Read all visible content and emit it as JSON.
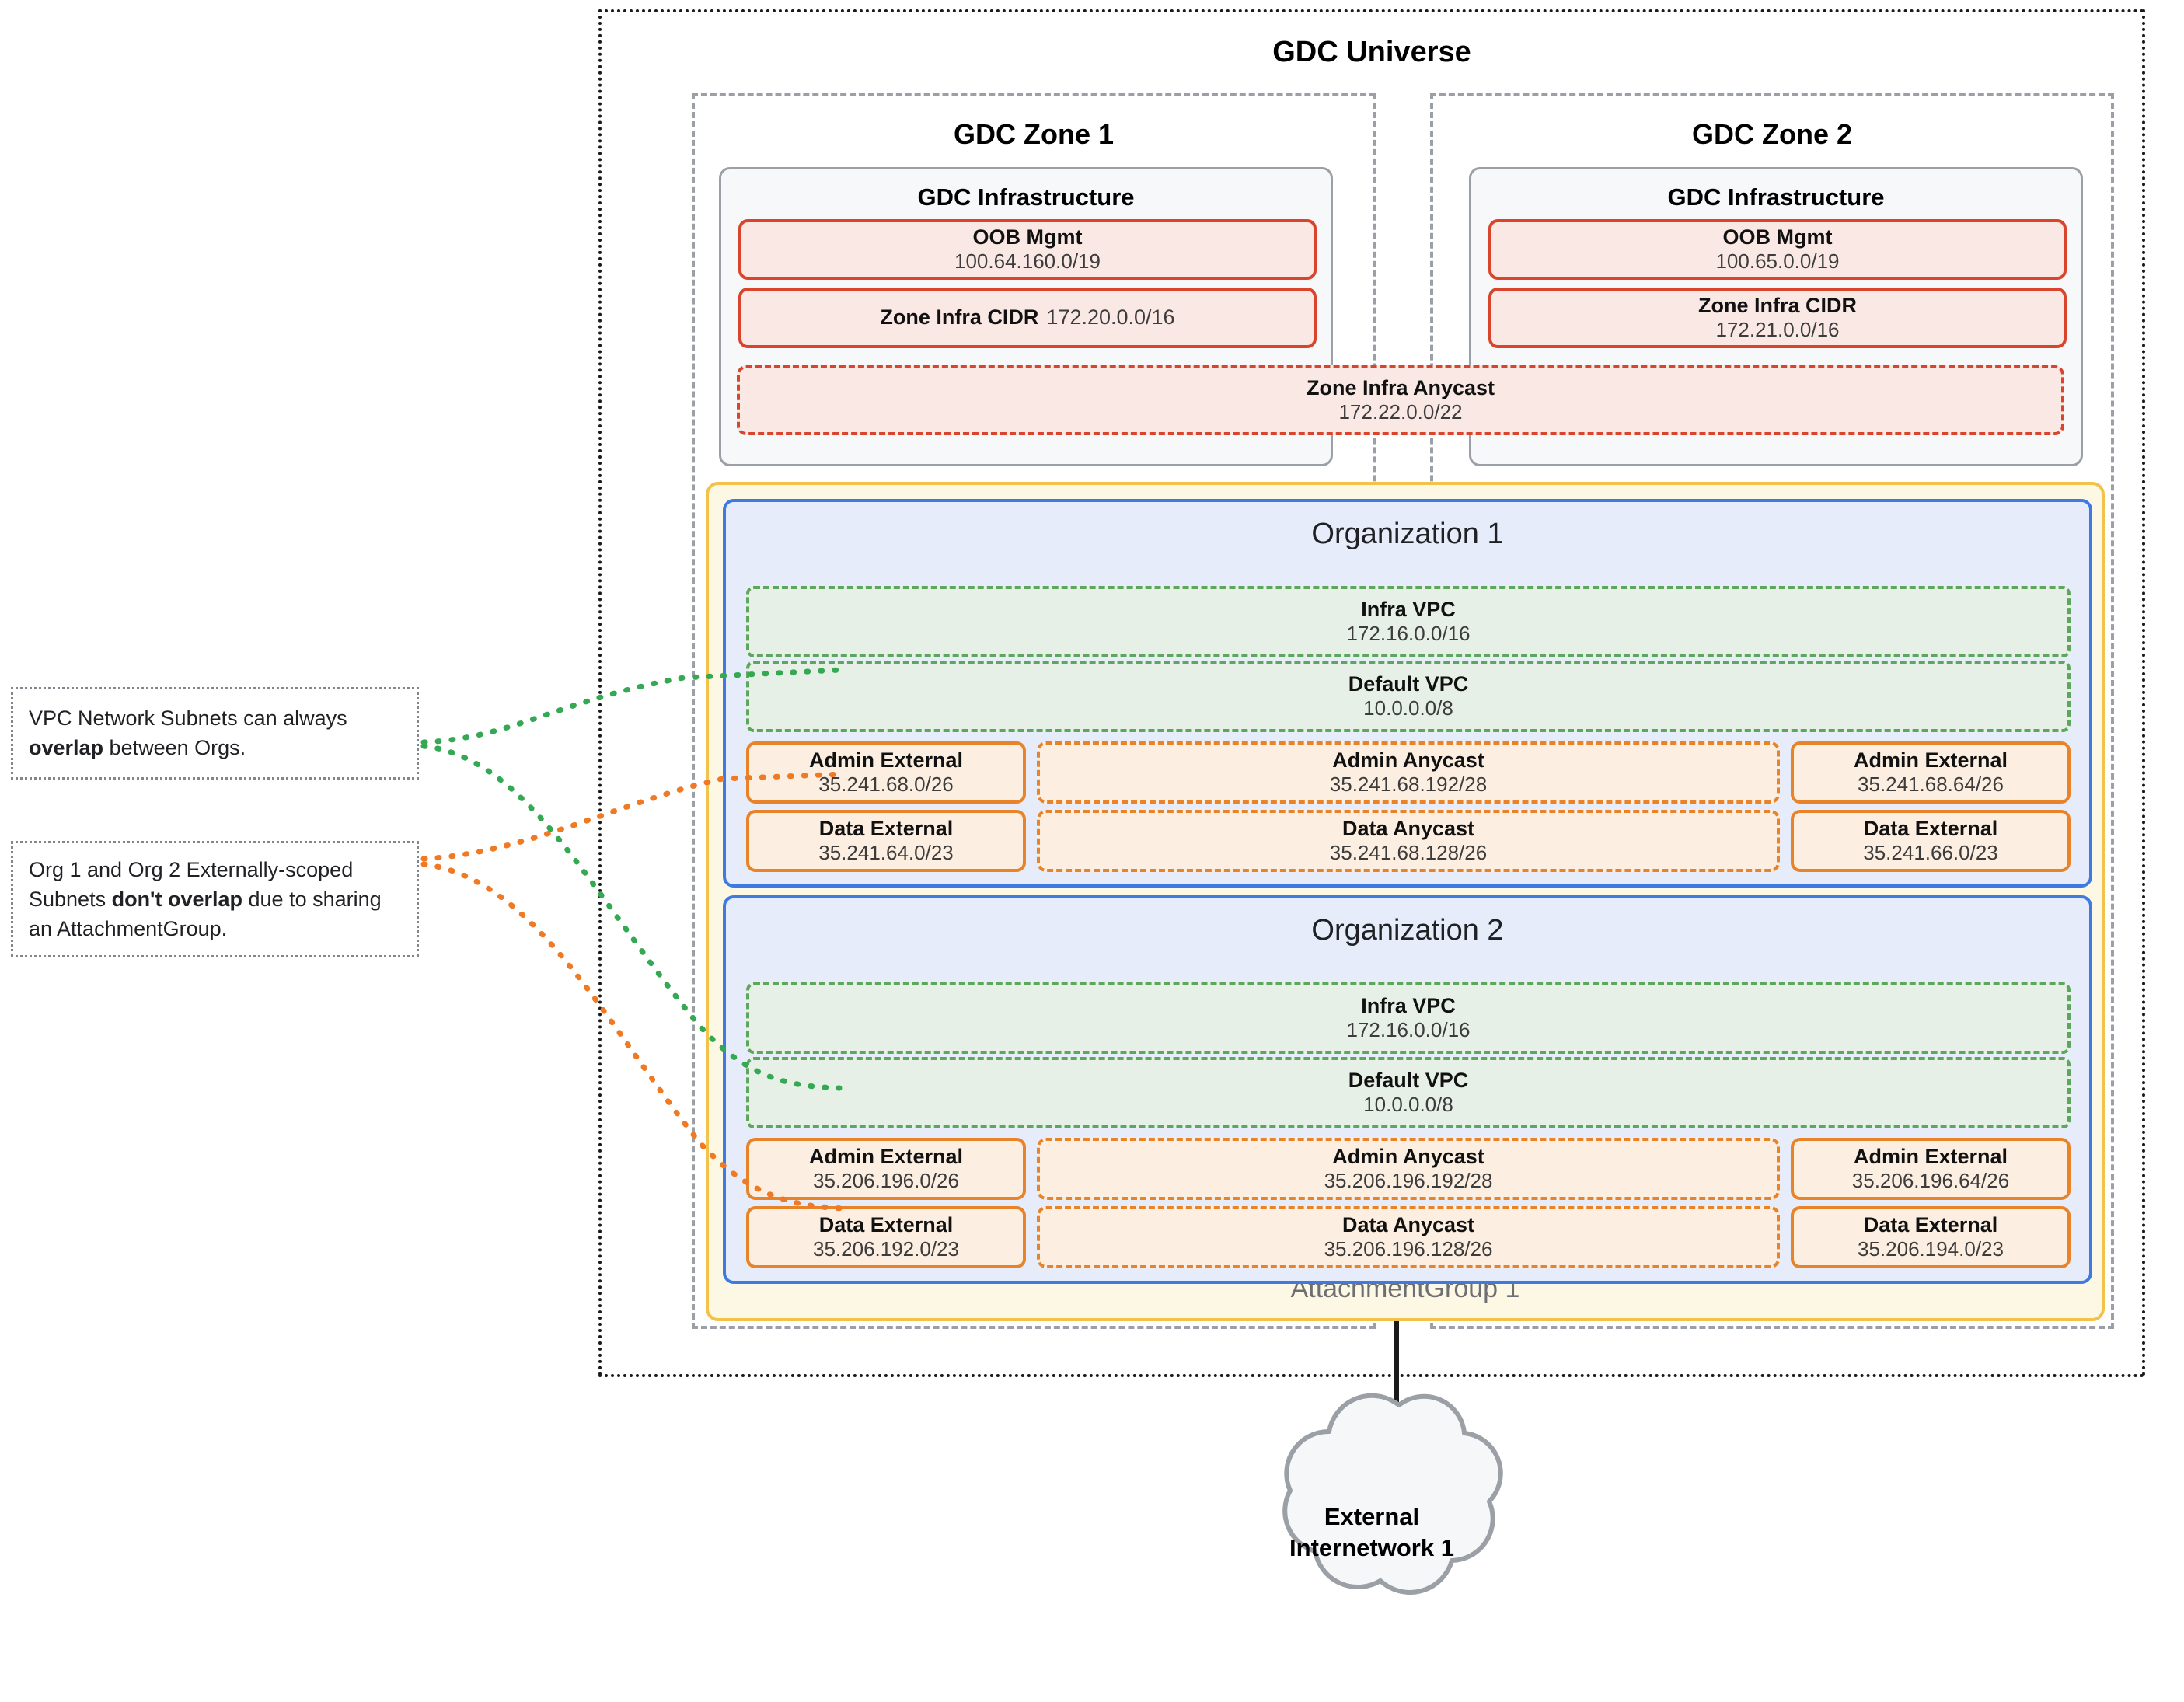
{
  "universe": {
    "title": "GDC Universe"
  },
  "zones": [
    {
      "title": "GDC Zone 1",
      "infra_title": "GDC Infrastructure",
      "oob": {
        "label": "OOB Mgmt",
        "cidr": "100.64.160.0/19"
      },
      "zone_infra_cidr": {
        "label": "Zone Infra CIDR",
        "cidr": "172.20.0.0/16",
        "inline": true
      }
    },
    {
      "title": "GDC Zone 2",
      "infra_title": "GDC Infrastructure",
      "oob": {
        "label": "OOB Mgmt",
        "cidr": "100.65.0.0/19"
      },
      "zone_infra_cidr": {
        "label": "Zone Infra CIDR",
        "cidr": "172.21.0.0/16",
        "inline": false
      }
    }
  ],
  "zone_anycast": {
    "label": "Zone Infra Anycast",
    "cidr": "172.22.0.0/22"
  },
  "attachment_group": {
    "label": "AttachmentGroup 1"
  },
  "orgs": [
    {
      "title": "Organization 1",
      "vpcs": [
        {
          "label": "Infra VPC",
          "cidr": "172.16.0.0/16"
        },
        {
          "label": "Default VPC",
          "cidr": "10.0.0.0/8"
        }
      ],
      "subnets": {
        "admin_external_left": {
          "label": "Admin External",
          "cidr": "35.241.68.0/26"
        },
        "admin_anycast": {
          "label": "Admin Anycast",
          "cidr": "35.241.68.192/28"
        },
        "admin_external_right": {
          "label": "Admin External",
          "cidr": "35.241.68.64/26"
        },
        "data_external_left": {
          "label": "Data External",
          "cidr": "35.241.64.0/23"
        },
        "data_anycast": {
          "label": "Data Anycast",
          "cidr": "35.241.68.128/26"
        },
        "data_external_right": {
          "label": "Data External",
          "cidr": "35.241.66.0/23"
        }
      }
    },
    {
      "title": "Organization 2",
      "vpcs": [
        {
          "label": "Infra VPC",
          "cidr": "172.16.0.0/16"
        },
        {
          "label": "Default VPC",
          "cidr": "10.0.0.0/8"
        }
      ],
      "subnets": {
        "admin_external_left": {
          "label": "Admin External",
          "cidr": "35.206.196.0/26"
        },
        "admin_anycast": {
          "label": "Admin Anycast",
          "cidr": "35.206.196.192/28"
        },
        "admin_external_right": {
          "label": "Admin External",
          "cidr": "35.206.196.64/26"
        },
        "data_external_left": {
          "label": "Data External",
          "cidr": "35.206.192.0/23"
        },
        "data_anycast": {
          "label": "Data Anycast",
          "cidr": "35.206.196.128/26"
        },
        "data_external_right": {
          "label": "Data External",
          "cidr": "35.206.194.0/23"
        }
      }
    }
  ],
  "notes": [
    {
      "id": "overlap-note",
      "parts": [
        {
          "text": "VPC Network Subnets can always ",
          "bold": false
        },
        {
          "text": "overlap",
          "bold": true
        },
        {
          "text": " between Orgs.",
          "bold": false
        }
      ]
    },
    {
      "id": "no-overlap-note",
      "parts": [
        {
          "text": "Org 1 and Org 2 Externally-scoped Subnets ",
          "bold": false
        },
        {
          "text": "don't overlap",
          "bold": true
        },
        {
          "text": " due to sharing an AttachmentGroup.",
          "bold": false
        }
      ]
    }
  ],
  "cloud": {
    "line1": "External",
    "line2": "Internetwork 1"
  },
  "colors": {
    "universe_border": "#1a1a1a",
    "zone_border": "#9aa0a6",
    "infra_border": "#9aa0a6",
    "infra_fill": "#f6f8f9",
    "red_border": "#d8452c",
    "red_fill": "#f9e8e4",
    "org_border": "#3f7ae0",
    "org_fill": "#e6ecfa",
    "vpc_border": "#5ca75c",
    "vpc_fill": "#e6f0e6",
    "subnet_border": "#e8832a",
    "subnet_fill": "#fceee0",
    "attachgroup_border": "#f2c24a",
    "attachgroup_fill": "#fdf8e4",
    "note_border": "#80868b",
    "wire_green": "#34a853",
    "wire_orange": "#f07a24",
    "cloud_fill": "#f5f7f9",
    "cloud_border": "#9aa0a6"
  }
}
